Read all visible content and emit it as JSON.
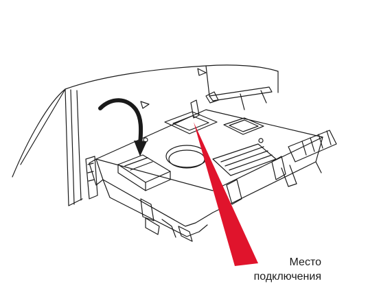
{
  "callout": {
    "line1": "Место",
    "line2": "подключения"
  },
  "colors": {
    "pointer": "#e0142c",
    "outline": "#1a1a1a",
    "background": "#ffffff"
  },
  "icons": {
    "rotation_arrow": "curved-arrow-icon",
    "connection_pointer": "red-wedge-pointer"
  }
}
